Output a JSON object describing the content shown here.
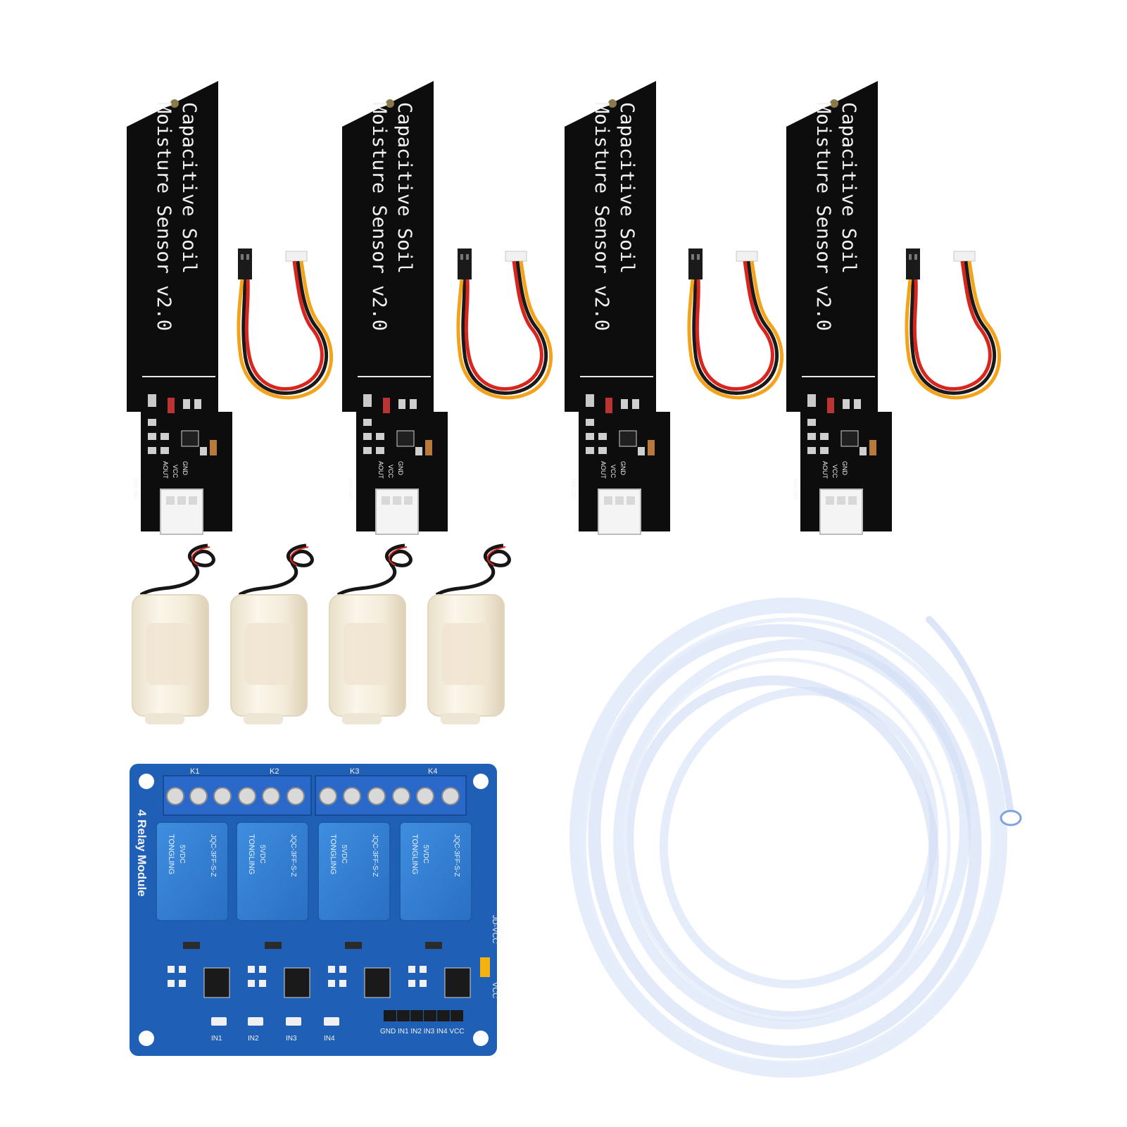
{
  "colors": {
    "pcb_black": "#0d0d0d",
    "silkscreen": "#f2f2f2",
    "relay_board": "#1f5fb5",
    "relay_body": "#2f7fd6",
    "terminal_blue": "#2a68c9",
    "wire_red": "#d8261e",
    "wire_yellow": "#f3a21a",
    "wire_black": "#1a1a1a",
    "pump_body": "#f6efe0",
    "tube": "#cfdcf6"
  },
  "sensors": [
    {
      "line1": "Capacitive  Soil",
      "line2": "Moisture Sensor v2.0"
    },
    {
      "line1": "Capacitive  Soil",
      "line2": "Moisture Sensor v2.0"
    },
    {
      "line1": "Capacitive  Soil",
      "line2": "Moisture Sensor v2.0"
    },
    {
      "line1": "Capacitive  Soil",
      "line2": "Moisture Sensor v2.0"
    }
  ],
  "sensor_pins": {
    "aout": "AOUT",
    "vcc": "VCC",
    "gnd": "GND",
    "model": "HW-390"
  },
  "relay": {
    "title": "4 Relay Module",
    "channels": [
      "K1",
      "K2",
      "K3",
      "K4"
    ],
    "relay_brand": "TONGLING",
    "relay_voltage": "5VDC",
    "relay_part": "JQC-3FF-S-Z",
    "inputs": [
      "IN1",
      "IN2",
      "IN3",
      "IN4"
    ],
    "header_pins": "GND IN1 IN2 IN3 IN4 VCC",
    "jumper": "JD-VCC",
    "vcc": "VCC"
  }
}
